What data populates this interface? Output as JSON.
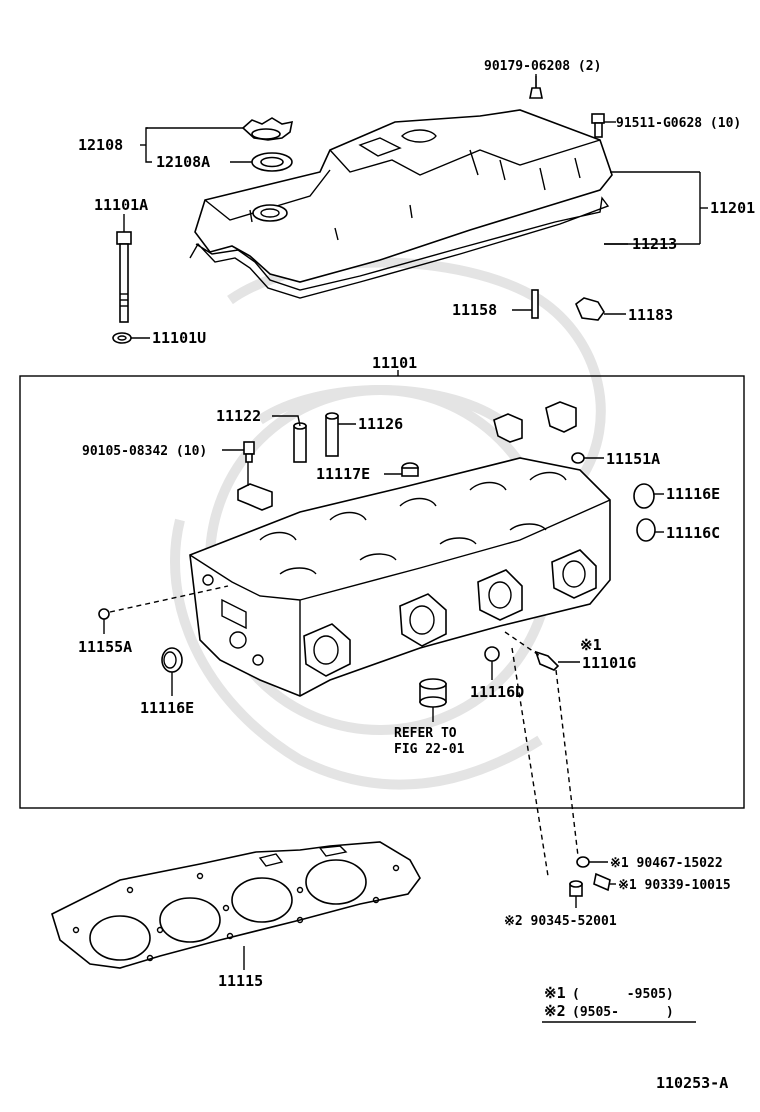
{
  "callouts": {
    "p12108": "12108",
    "p12108A": "12108A",
    "p11101A": "11101A",
    "p11101U": "11101U",
    "p90179": "90179-06208 (2)",
    "p91511": "91511-G0628 (10)",
    "p11201": "11201",
    "p11213": "11213",
    "p11158": "11158",
    "p11183": "11183",
    "p11101": "11101",
    "p11122": "11122",
    "p11126": "11126",
    "p90105": "90105-08342 (10)",
    "p11117E": "11117E",
    "p11151A": "11151A",
    "p11116E_r": "11116E",
    "p11116C": "11116C",
    "p11155A": "11155A",
    "p11116E_l": "11116E",
    "p11116D": "11116D",
    "mark1": "※1",
    "p11101G": "11101G",
    "refer1": "REFER TO",
    "refer2": "FIG 22-01",
    "p90467": "※1 90467-15022",
    "p90339": "※1 90339-10015",
    "p90345": "※2 90345-52001",
    "p11115": "11115"
  },
  "legend": {
    "row1_mark": "※1",
    "row1_text": "(      -9505)",
    "row2_mark": "※2",
    "row2_text": "(9505-      )"
  },
  "figure_id": "110253-A"
}
